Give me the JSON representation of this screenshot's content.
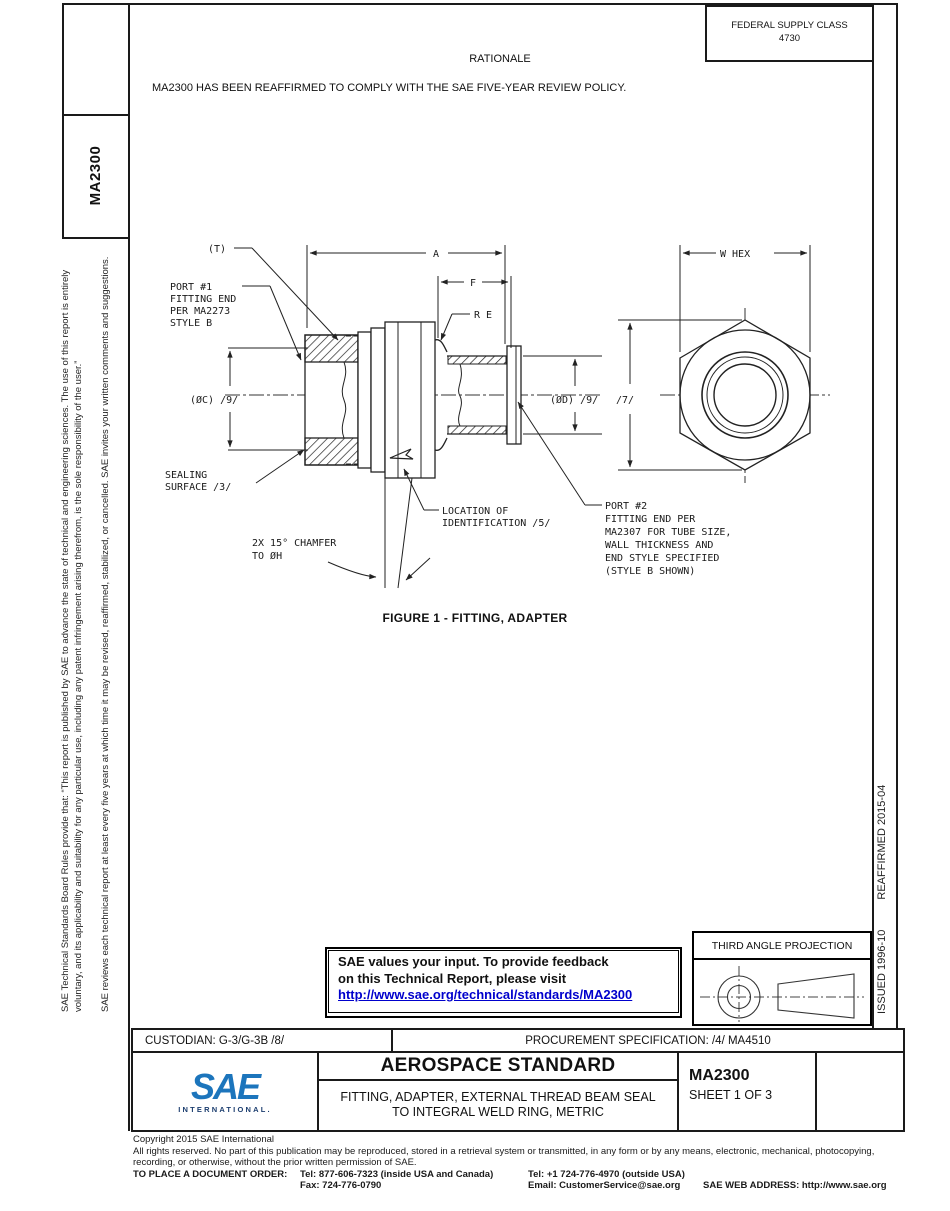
{
  "header": {
    "federal_supply_class_line1": "FEDERAL SUPPLY CLASS",
    "federal_supply_class_line2": "4730",
    "rationale_heading": "RATIONALE",
    "rationale_body": "MA2300 HAS BEEN REAFFIRMED TO COMPLY WITH THE SAE FIVE-YEAR REVIEW POLICY."
  },
  "sidebar": {
    "doc_tab": "MA2300",
    "notice1": "SAE Technical Standards Board Rules provide that: “This report is published by SAE to advance the state of technical and engineering sciences. The use of this report is entirely voluntary, and its applicability and suitability for any particular use, including any patent infringement arising therefrom, is the sole responsibility of the user.”",
    "notice2": "SAE reviews each technical report at least every five years at which time it may be revised, reaffirmed, stabilized, or cancelled. SAE invites your written comments and suggestions."
  },
  "right_rail": {
    "issued": "ISSUED 1996-10",
    "reaffirmed": "REAFFIRMED 2015-04"
  },
  "figure": {
    "caption": "FIGURE 1 - FITTING, ADAPTER",
    "labels": {
      "t": "(T)",
      "a": "A",
      "f": "F",
      "re": "R E",
      "dia_c": "(ØC) /9/",
      "dia_d": "(ØD) /9/",
      "seven": "/7/",
      "w_hex": "W HEX",
      "port1": [
        "PORT #1",
        "FITTING END",
        "PER MA2273",
        "STYLE B"
      ],
      "sealing": [
        "SEALING",
        "SURFACE /3/"
      ],
      "location": [
        "LOCATION OF",
        "IDENTIFICATION /5/"
      ],
      "chamfer": [
        "2X 15° CHAMFER",
        "TO ØH"
      ],
      "port2": [
        "PORT #2",
        "FITTING END PER",
        "MA2307 FOR TUBE SIZE,",
        "WALL THICKNESS AND",
        "END STYLE SPECIFIED",
        "(STYLE B SHOWN)"
      ]
    }
  },
  "feedback_box": {
    "line1": "SAE values your input. To provide feedback",
    "line2": "on this Technical Report, please visit",
    "link": "http://www.sae.org/technical/standards/MA2300",
    "link_color": "#0000CC"
  },
  "projection_box": {
    "title": "THIRD ANGLE PROJECTION"
  },
  "footer": {
    "custodian": "CUSTODIAN: G-3/G-3B /8/",
    "procurement": "PROCUREMENT SPECIFICATION: /4/ MA4510",
    "logo": {
      "sae": "SAE",
      "international": "INTERNATIONAL.",
      "blue": "#1C75BC",
      "navy": "#1B3D6E"
    },
    "standard_type": "AEROSPACE STANDARD",
    "title_line1": "FITTING, ADAPTER, EXTERNAL THREAD BEAM SEAL",
    "title_line2": "TO INTEGRAL WELD RING, METRIC",
    "doc_number": "MA2300",
    "sheet": "SHEET 1 OF 3",
    "copyright": {
      "line1": "Copyright 2015 SAE International",
      "line2": "All rights reserved. No part of this publication may be reproduced, stored in a retrieval system or transmitted, in any form or by any means, electronic, mechanical, photocopying,",
      "line3": "recording, or otherwise, without the prior written permission of SAE.",
      "order_label": "TO PLACE A DOCUMENT ORDER:",
      "tel_inside": "Tel: 877-606-7323 (inside USA and Canada)",
      "tel_outside": "Tel: +1 724-776-4970 (outside USA)",
      "fax": "Fax: 724-776-0790",
      "email": "Email: CustomerService@sae.org",
      "web": "SAE WEB ADDRESS: http://www.sae.org"
    }
  }
}
